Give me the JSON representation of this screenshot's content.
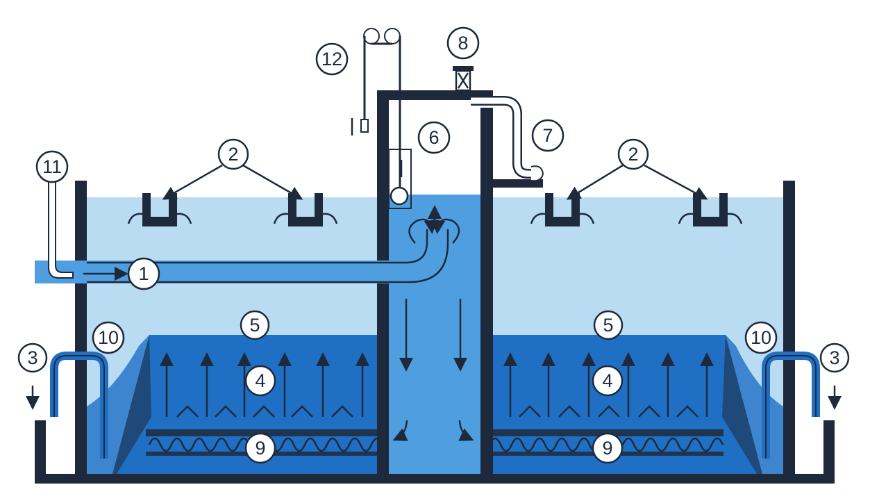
{
  "diagram": {
    "colors": {
      "light_water": "#b9dcf3",
      "medium_water": "#4f9fe0",
      "dark_water": "#1f6fc4",
      "walls": "#1e2a3b",
      "background": "#ffffff"
    },
    "markers": [
      {
        "id": "1",
        "label": "1"
      },
      {
        "id": "2-left",
        "label": "2"
      },
      {
        "id": "2-right",
        "label": "2"
      },
      {
        "id": "3-left",
        "label": "3"
      },
      {
        "id": "3-right",
        "label": "3"
      },
      {
        "id": "4-left",
        "label": "4"
      },
      {
        "id": "4-right",
        "label": "4"
      },
      {
        "id": "5-left",
        "label": "5"
      },
      {
        "id": "5-right",
        "label": "5"
      },
      {
        "id": "6",
        "label": "6"
      },
      {
        "id": "7",
        "label": "7"
      },
      {
        "id": "8",
        "label": "8"
      },
      {
        "id": "9-left",
        "label": "9"
      },
      {
        "id": "9-right",
        "label": "9"
      },
      {
        "id": "10-left",
        "label": "10"
      },
      {
        "id": "10-right",
        "label": "10"
      },
      {
        "id": "11",
        "label": "11"
      },
      {
        "id": "12",
        "label": "12"
      }
    ]
  }
}
